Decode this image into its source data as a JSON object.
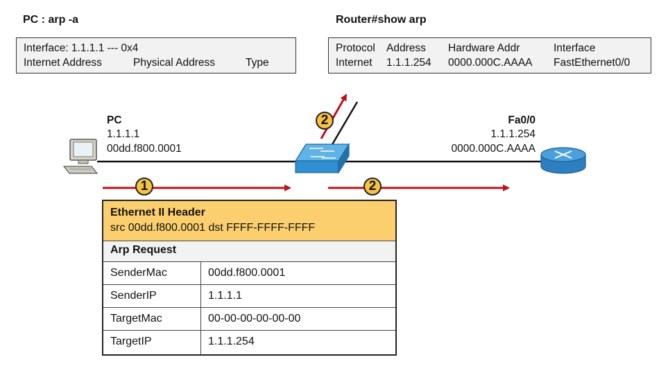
{
  "pc_console": {
    "title": "PC : arp -a",
    "line1": "Interface: 1.1.1.1 --- 0x4",
    "col1": "Internet Address",
    "col2": "Physical Address",
    "col3": "Type"
  },
  "router_console": {
    "title": "Router#show arp",
    "headers": [
      "Protocol",
      "Address",
      "Hardware Addr",
      "Interface"
    ],
    "row": [
      "Internet",
      "1.1.1.254",
      "0000.000C.AAAA",
      "FastEthernet0/0"
    ]
  },
  "pc": {
    "name": "PC",
    "ip": "1.1.1.1",
    "mac": "00dd.f800.0001"
  },
  "router_iface": {
    "name": "Fa0/0",
    "ip": "1.1.1.254",
    "mac": "0000.000C.AAAA"
  },
  "steps": [
    "1",
    "2",
    "2"
  ],
  "frame": {
    "ethernet_title": "Ethernet II Header",
    "ethernet_detail": "src 00dd.f800.0001 dst FFFF-FFFF-FFFF",
    "arp_title": "Arp Request",
    "fields": [
      {
        "key": "SenderMac",
        "value": "00dd.f800.0001"
      },
      {
        "key": "SenderIP",
        "value": "1.1.1.1"
      },
      {
        "key": "TargetMac",
        "value": "00-00-00-00-00-00"
      },
      {
        "key": "TargetIP",
        "value": "1.1.1.254"
      }
    ]
  },
  "colors": {
    "arrow": "#c0101a",
    "badge": "#f5c242",
    "header_fill": "#fbcf6d",
    "switch": "#2f8fd0",
    "router": "#2d7fc0"
  }
}
